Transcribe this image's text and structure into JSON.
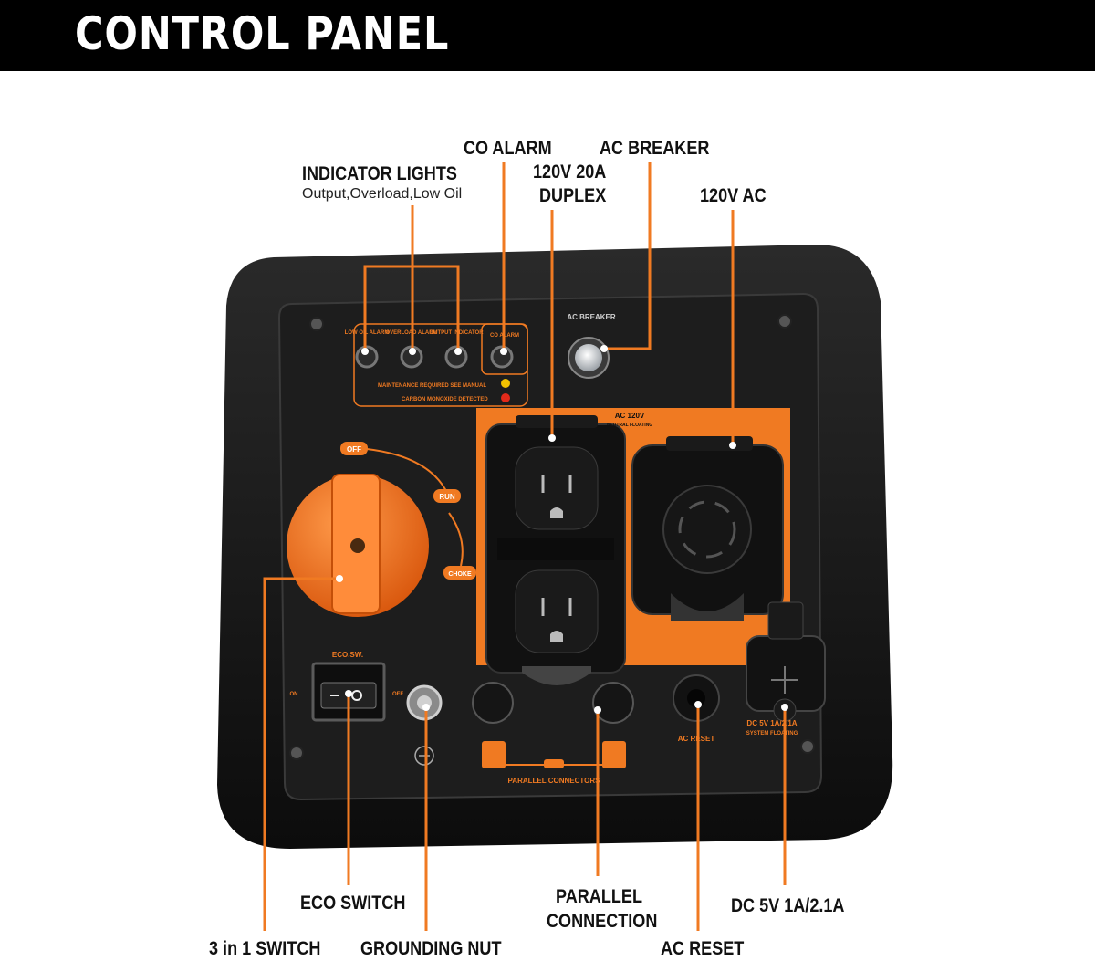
{
  "header": {
    "title": "CONTROL PANEL"
  },
  "callouts": {
    "indicator_lights": {
      "title": "INDICATOR LIGHTS",
      "subtitle": "Output,Overload,Low Oil"
    },
    "co_alarm": "CO ALARM",
    "ac_breaker": "AC BREAKER",
    "duplex_line1": "120V 20A",
    "duplex_line2": "DUPLEX",
    "ac_120v": "120V AC",
    "eco_switch": "ECO SWITCH",
    "three_in_one": "3 in 1 SWITCH",
    "grounding_nut": "GROUNDING NUT",
    "parallel_line1": "PARALLEL",
    "parallel_line2": "CONNECTION",
    "dc_5v": "DC 5V 1A/2.1A",
    "ac_reset": "AC RESET"
  },
  "panel": {
    "low_oil": "LOW OIL ALARM",
    "overload": "OVERLOAD ALARM",
    "output": "OUTPUT INDICATOR",
    "co": "CO ALARM",
    "maintenance": "MAINTENANCE REQUIRED SEE MANUAL",
    "carbon": "CARBON MONOXIDE DETECTED",
    "ac_breaker": "AC BREAKER",
    "ac_zone_title": "AC 120V",
    "ac_zone_sub": "NEUTRAL FLOATING",
    "off": "OFF",
    "run": "RUN",
    "choke": "CHOKE",
    "eco": "ECO.SW.",
    "on": "ON",
    "off_small": "OFF",
    "parallel": "PARALLEL CONNECTORS",
    "ac_reset": "AC RESET",
    "dc": "DC 5V 1A/2.1A",
    "system": "SYSTEM FLOATING"
  },
  "colors": {
    "accent": "#f07a22",
    "panel": "#1c1c1c",
    "frame": "#0a0a0a"
  }
}
